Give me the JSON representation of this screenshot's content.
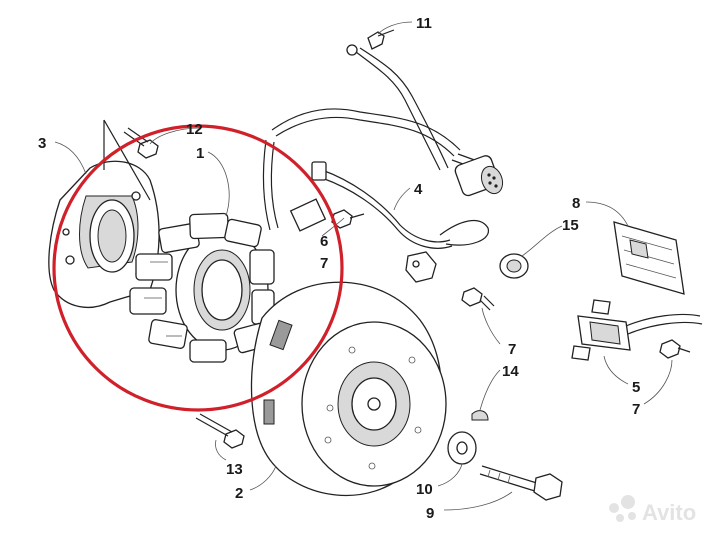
{
  "callouts": [
    {
      "id": "1",
      "text": "1"
    },
    {
      "id": "2",
      "text": "2"
    },
    {
      "id": "3",
      "text": "3"
    },
    {
      "id": "4",
      "text": "4"
    },
    {
      "id": "5",
      "text": "5"
    },
    {
      "id": "6",
      "text": "6"
    },
    {
      "id": "7a",
      "text": "7"
    },
    {
      "id": "7b",
      "text": "7"
    },
    {
      "id": "7c",
      "text": "7"
    },
    {
      "id": "8",
      "text": "8"
    },
    {
      "id": "9",
      "text": "9"
    },
    {
      "id": "10",
      "text": "10"
    },
    {
      "id": "11",
      "text": "11"
    },
    {
      "id": "12",
      "text": "12"
    },
    {
      "id": "13",
      "text": "13"
    },
    {
      "id": "14",
      "text": "14"
    },
    {
      "id": "15",
      "text": "15"
    }
  ],
  "highlight": {
    "color": "#d0202a",
    "target": "1"
  },
  "watermark": {
    "text": "Avito",
    "color": "#e3e3e3"
  }
}
